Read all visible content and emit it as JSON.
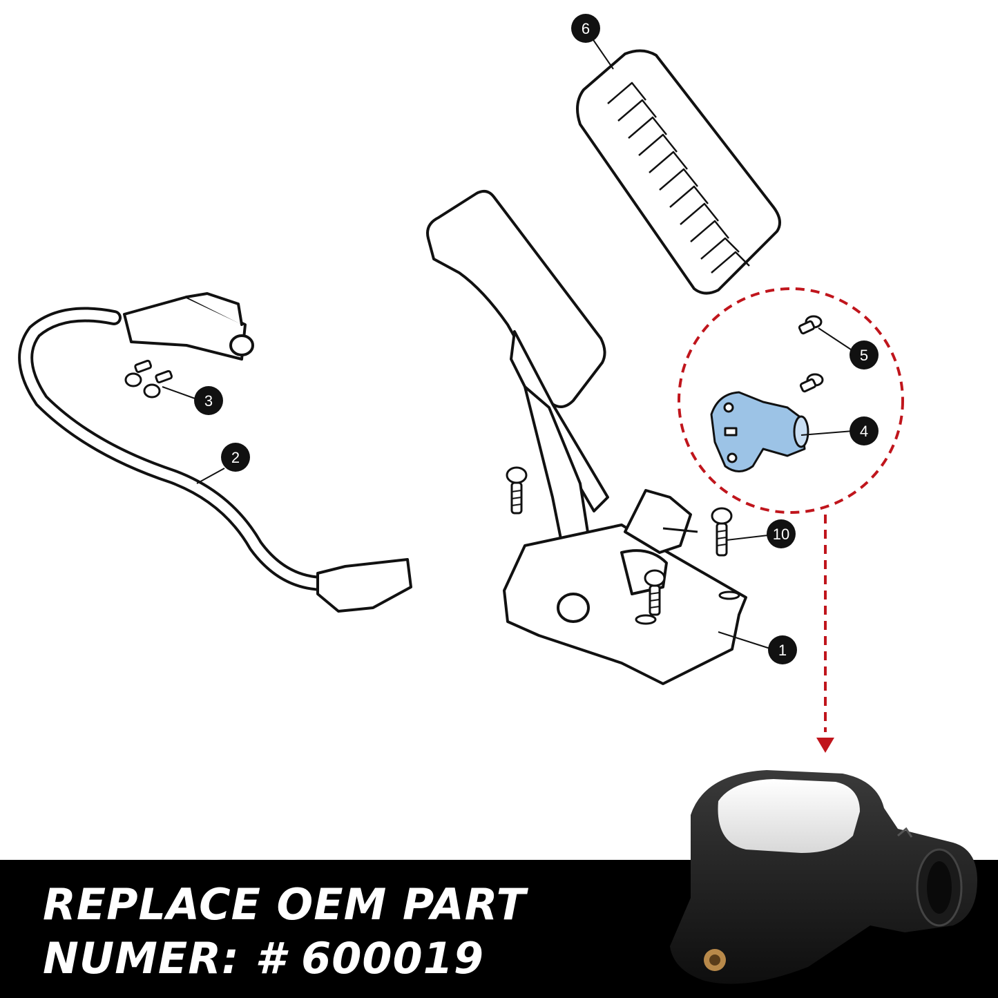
{
  "callouts": {
    "c1": "1",
    "c2": "2",
    "c3": "3",
    "c4": "4",
    "c5": "5",
    "c6": "6",
    "c10": "10"
  },
  "banner": {
    "line1": "REPLACE OEM PART",
    "line2": "NUMER: # 600019",
    "background": "#000000",
    "text_color": "#ffffff"
  },
  "colors": {
    "highlight_circle": "#c0151c",
    "sensor_fill": "#9cc3e6",
    "line_art": "#111111"
  }
}
